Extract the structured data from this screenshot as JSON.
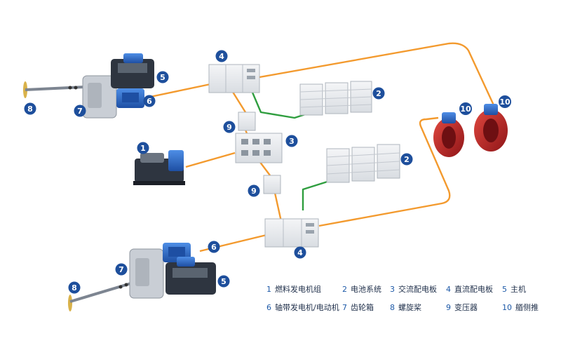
{
  "callouts": {
    "c1": "1",
    "c2a": "2",
    "c2b": "2",
    "c3": "3",
    "c4a": "4",
    "c4b": "4",
    "c5a": "5",
    "c5b": "5",
    "c6a": "6",
    "c6b": "6",
    "c7a": "7",
    "c7b": "7",
    "c8a": "8",
    "c8b": "8",
    "c9a": "9",
    "c9b": "9",
    "c10a": "10",
    "c10b": "10"
  },
  "legend": [
    {
      "num": "1",
      "label": "燃料发电机组"
    },
    {
      "num": "2",
      "label": "电池系统"
    },
    {
      "num": "3",
      "label": "交流配电板"
    },
    {
      "num": "4",
      "label": "直流配电板"
    },
    {
      "num": "5",
      "label": "主机"
    },
    {
      "num": "6",
      "label": "轴带发电机/电动机"
    },
    {
      "num": "7",
      "label": "齿轮箱"
    },
    {
      "num": "8",
      "label": "螺旋桨"
    },
    {
      "num": "9",
      "label": "变压器"
    },
    {
      "num": "10",
      "label": "艏侧推"
    }
  ],
  "colors": {
    "badge": "#1e4f9c",
    "power_line": "#f39a2e",
    "battery_line": "#2f9e3f",
    "cabinet": "#e9ecef",
    "engine_blue": "#2f6fd1",
    "thruster_red": "#c4262b"
  }
}
